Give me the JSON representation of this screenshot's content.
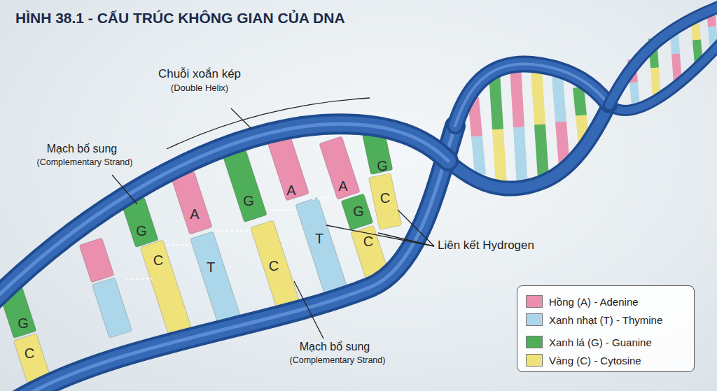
{
  "diagram": {
    "title": "HÌNH 38.1 - CẤU TRÚC KHÔNG GIAN CỦA DNA",
    "labels": [
      "Chuỗi xoắn kép",
      "(Double Helix)",
      "Mạch bổ sung",
      "(Complementary Strand)",
      "Liên kết Hydrogen",
      "Mạch bổ sung",
      "(Complementary Strand)",
      "G",
      "C",
      "G",
      "C",
      "A",
      "T",
      "G",
      "C",
      "A",
      "T",
      "A",
      "G",
      "C",
      "G",
      "C"
    ],
    "legend": [
      {
        "text": "Hồng (A) - Adenine",
        "color": "#ea8fae"
      },
      {
        "text": "Xanh nhạt (T) - Thymine",
        "color": "#acd6ea"
      },
      {
        "text": "Xanh lá (G) - Guanine",
        "color": "#4fae5a"
      },
      {
        "text": "Vàng (C) - Cytosine",
        "color": "#efe27a"
      }
    ]
  }
}
